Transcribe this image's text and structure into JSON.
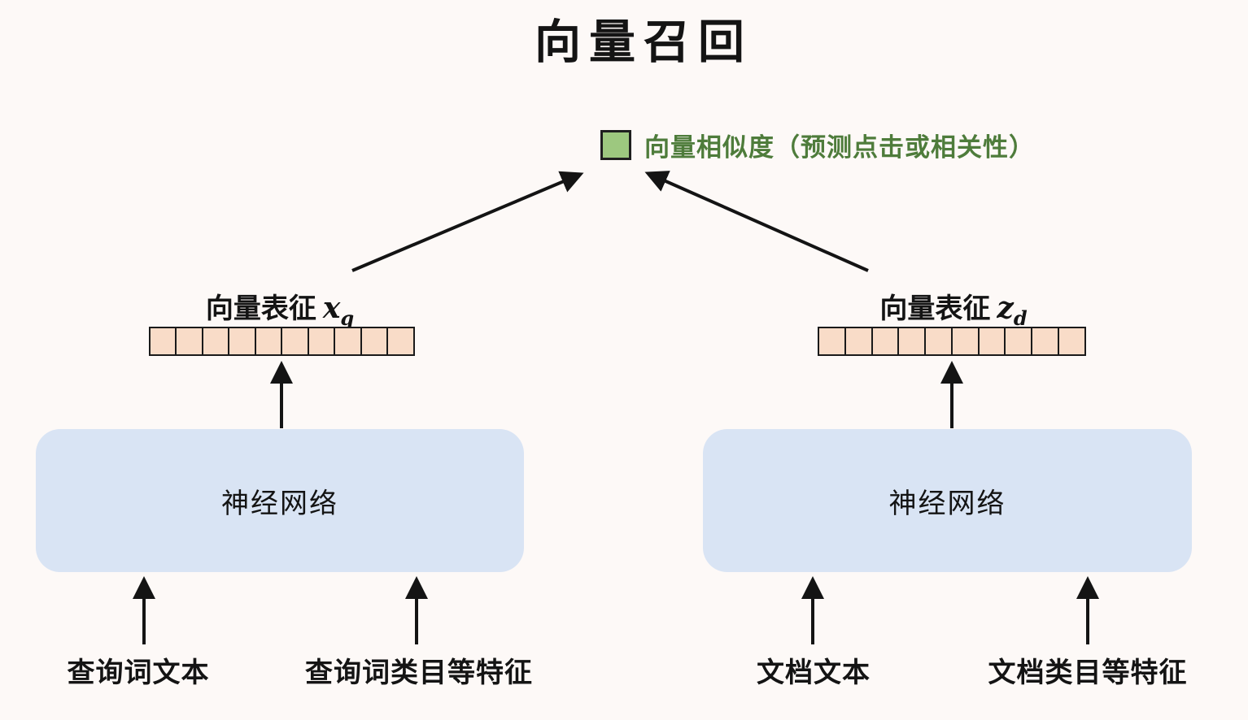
{
  "title": "向量召回",
  "legend": {
    "label": "向量相似度（预测点击或相关性）"
  },
  "query_tower": {
    "vector_label_prefix": "向量表征",
    "vector_symbol": "x",
    "vector_subscript": "q",
    "vector_cell_count": 10,
    "network_label": "神经网络",
    "input_left": "查询词文本",
    "input_right": "查询词类目等特征"
  },
  "doc_tower": {
    "vector_label_prefix": "向量表征",
    "vector_symbol": "z",
    "vector_subscript": "d",
    "vector_cell_count": 10,
    "network_label": "神经网络",
    "input_left": "文档文本",
    "input_right": "文档类目等特征"
  },
  "colors": {
    "bg": "#fdf9f7",
    "ink": "#141414",
    "cell-fill": "#f9dcc8",
    "cell-border": "#1a1a1a",
    "box-fill": "#d9e4f4",
    "green-fill": "#9dc87f",
    "green-border": "#1f1f1f",
    "green-text": "#4e7c3b"
  }
}
